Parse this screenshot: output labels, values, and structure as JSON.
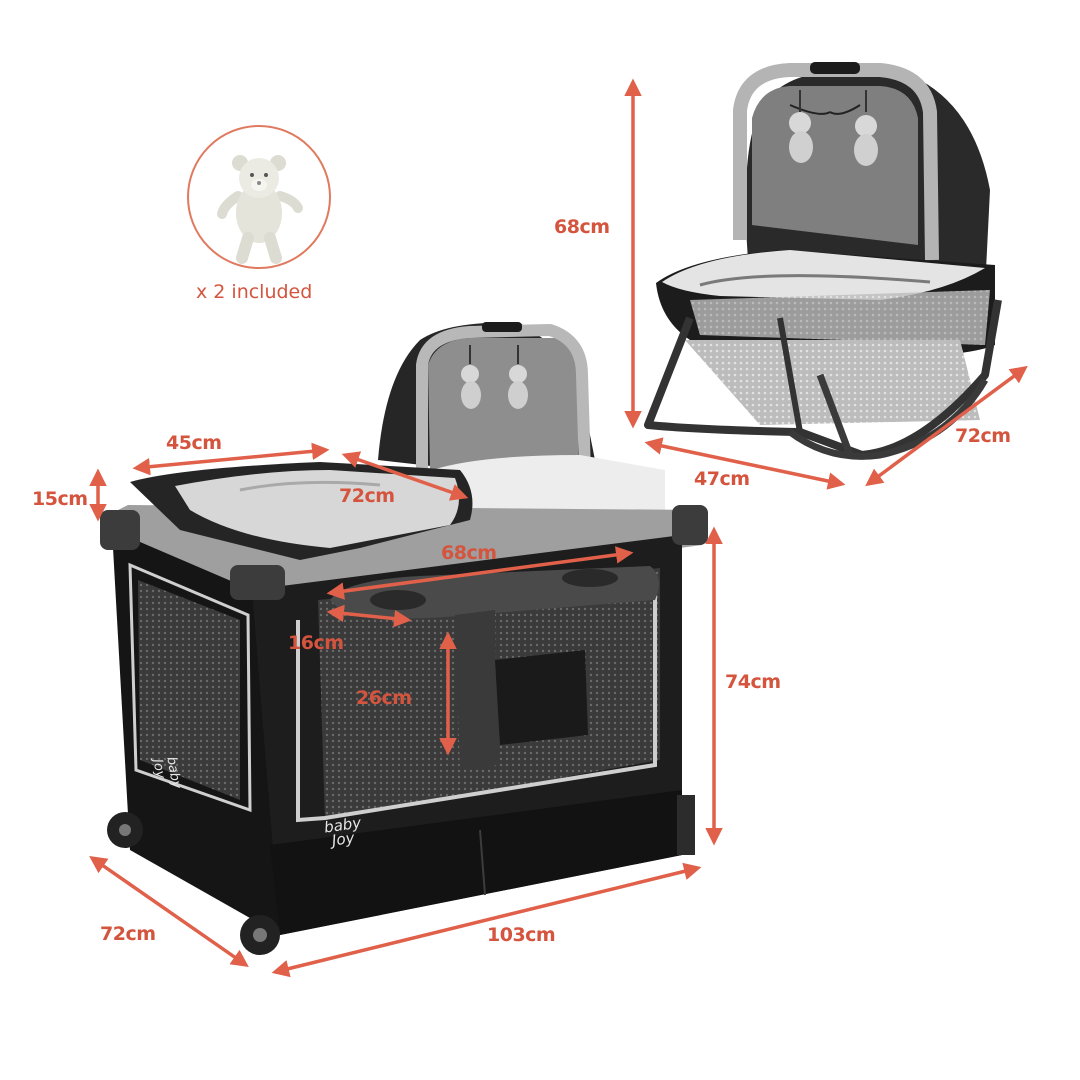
{
  "accent_color": "#e0604a",
  "dark_fabric_color": "#1c1c1c",
  "light_fabric_color": "#bdbdbd",
  "toy_badge": {
    "caption": "x 2 included",
    "icon": "teddy-bear-icon"
  },
  "brand": {
    "line1": "baby",
    "line2": "Joy"
  },
  "bassinet_dimensions": {
    "height": "68cm",
    "width": "47cm",
    "depth": "72cm"
  },
  "playard_dimensions": {
    "changer_width": "45cm",
    "changer_height": "15cm",
    "changer_length": "72cm",
    "organizer_width": "68cm",
    "organizer_depth": "16cm",
    "organizer_height": "26cm",
    "height": "74cm",
    "depth": "72cm",
    "length": "103cm"
  }
}
